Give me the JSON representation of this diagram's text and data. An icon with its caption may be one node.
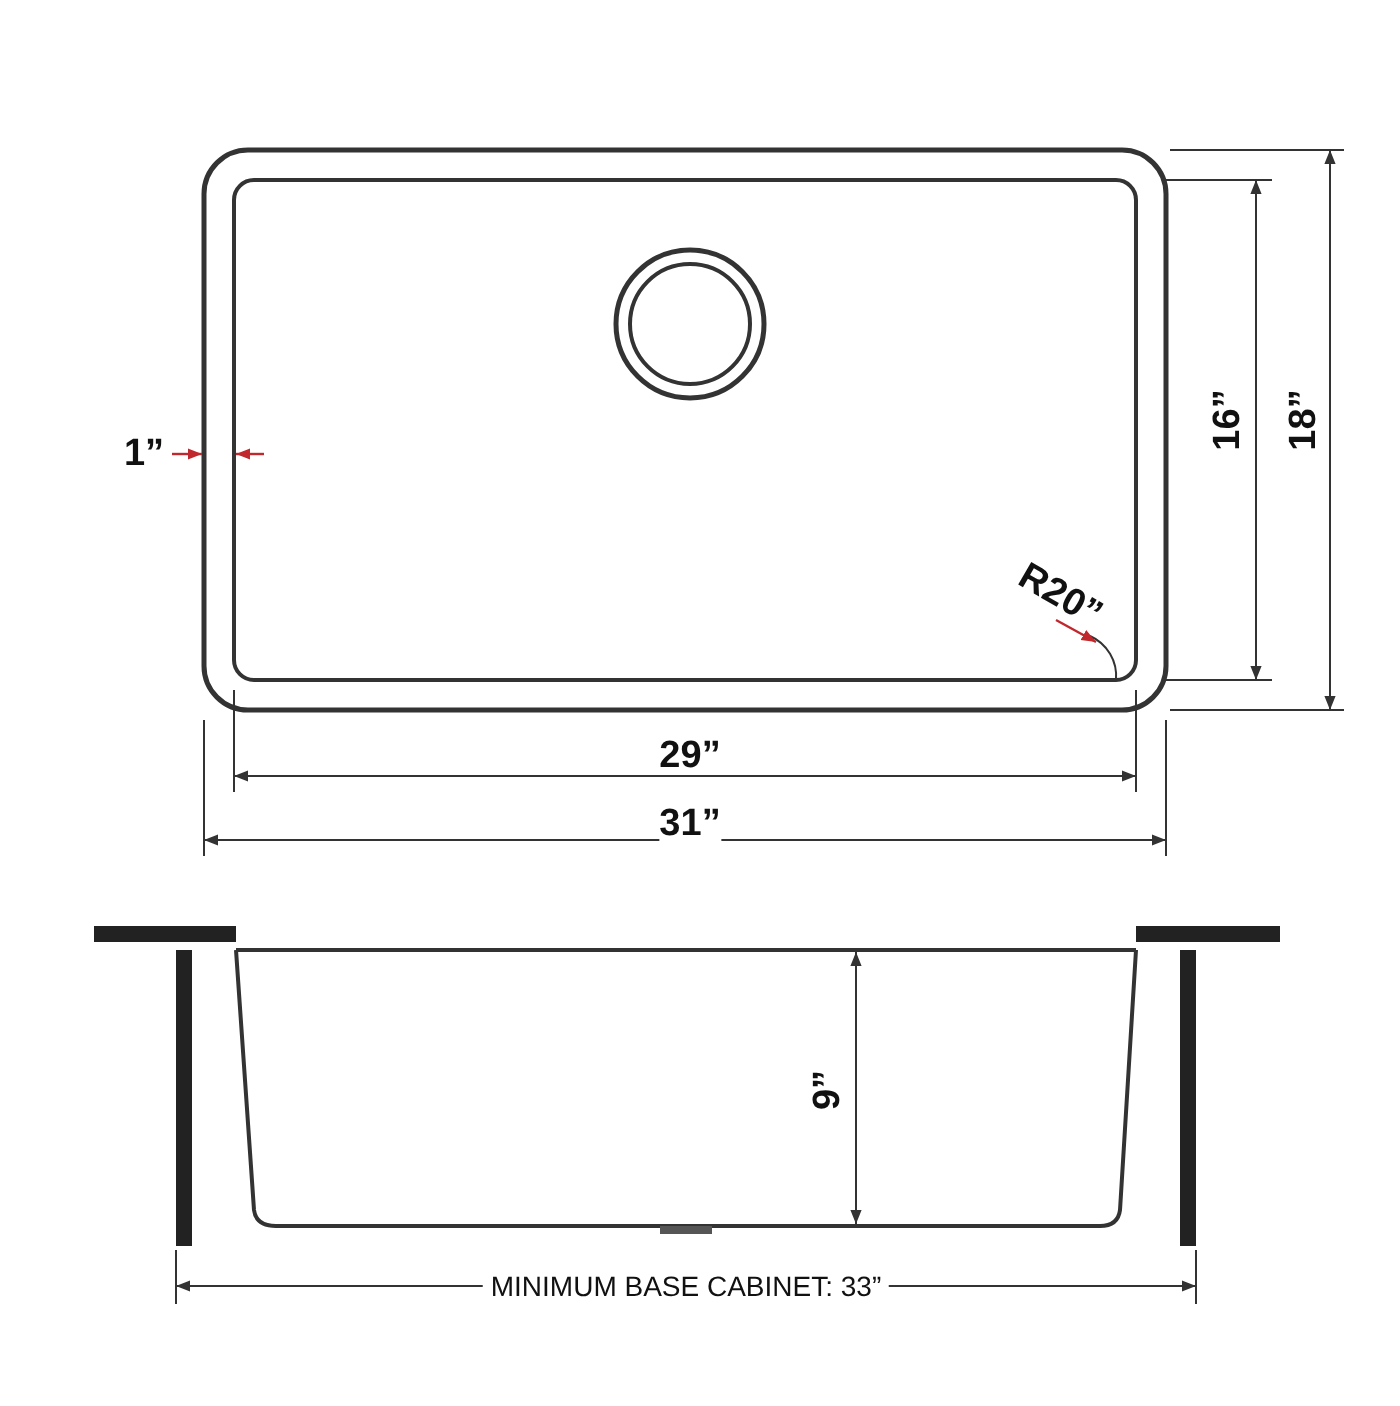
{
  "diagram": {
    "labels": [
      "1”",
      "16”",
      "18”",
      "R20”",
      "29”",
      "31”",
      "9”",
      "MINIMUM BASE CABINET: 33”"
    ]
  }
}
